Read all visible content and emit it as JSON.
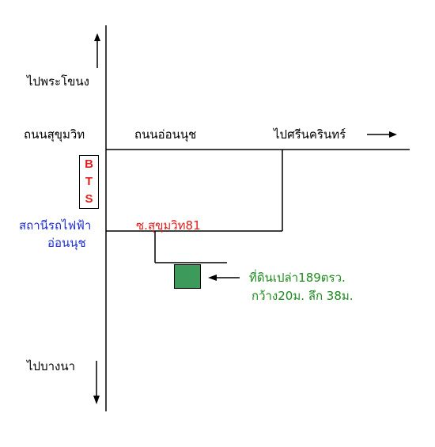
{
  "colors": {
    "road": "#000000",
    "station_text": "#1f2fd0",
    "soi_text": "#e02020",
    "bts_text": "#e02020",
    "plot_text": "#1f8a1f",
    "plot_fill": "#3c9a5a"
  },
  "labels": {
    "to_phra_khanong": "ไปพระโขนง",
    "sukhumvit_road": "ถนนสุขุมวิท",
    "on_nut_road": "ถนนอ่อนนุช",
    "to_srinakarin": "ไปศรีนครินทร์",
    "station_line1": "สถานีรถไฟฟ้า",
    "station_line2": "อ่อนนุช",
    "soi_sukhumvit_81": "ซ.สุขุมวิท81",
    "plot_line1": "ที่ดินเปล่า189ตรว.",
    "plot_line2": "กว้าง20ม. ลึก 38ม.",
    "to_bang_na": "ไปบางนา"
  },
  "bts": {
    "letters": [
      "B",
      "T",
      "S"
    ]
  }
}
